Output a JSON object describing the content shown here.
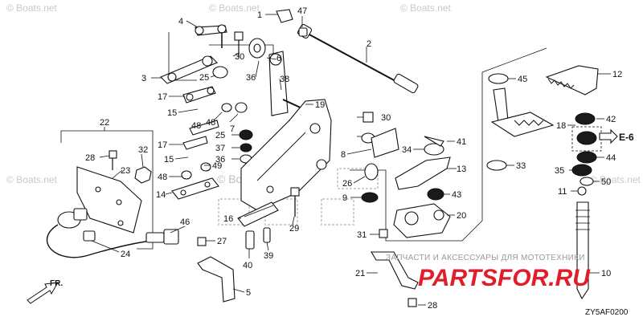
{
  "watermark": {
    "text": "© Boats.net",
    "big_text": "© Boats.net"
  },
  "callouts": {
    "n1": "1",
    "n2": "2",
    "n3": "3",
    "n4": "4",
    "n5": "5",
    "n6": "6",
    "n7": "7",
    "n8": "8",
    "n9": "9",
    "n10": "10",
    "n11": "11",
    "n12": "12",
    "n13": "13",
    "n14": "14",
    "n15": "15",
    "n15b": "15",
    "n16": "16",
    "n17": "17",
    "n17b": "17",
    "n18": "18",
    "n19": "19",
    "n20": "20",
    "n21": "21",
    "n22": "22",
    "n23": "23",
    "n24": "24",
    "n25": "25",
    "n25b": "25",
    "n26": "26",
    "n27": "27",
    "n28": "28",
    "n28b": "28",
    "n29": "29",
    "n30": "30",
    "n30b": "30",
    "n31": "31",
    "n32": "32",
    "n33": "33",
    "n34": "34",
    "n35": "35",
    "n36": "36",
    "n36b": "36",
    "n37": "37",
    "n38": "38",
    "n39": "39",
    "n40": "40",
    "n41": "41",
    "n42": "42",
    "n43": "43",
    "n44": "44",
    "n45": "45",
    "n46": "46",
    "n47": "47",
    "n48": "48",
    "n48b": "48",
    "n48c": "48",
    "n49": "49",
    "n50": "50"
  },
  "reference": {
    "e6": "E-6"
  },
  "direction": {
    "label": "FR."
  },
  "diagram_code": "ZY5AF0200",
  "partner": {
    "tagline": "ЗАПЧАСТИ И АКСЕССУАРЫ ДЛЯ МОТОТЕХНИКИ",
    "logo": "PARTSFOR.RU"
  },
  "colors": {
    "logo_red": "#e11d2a",
    "watermark_gray": "#c9c9c9",
    "line": "#111111"
  }
}
